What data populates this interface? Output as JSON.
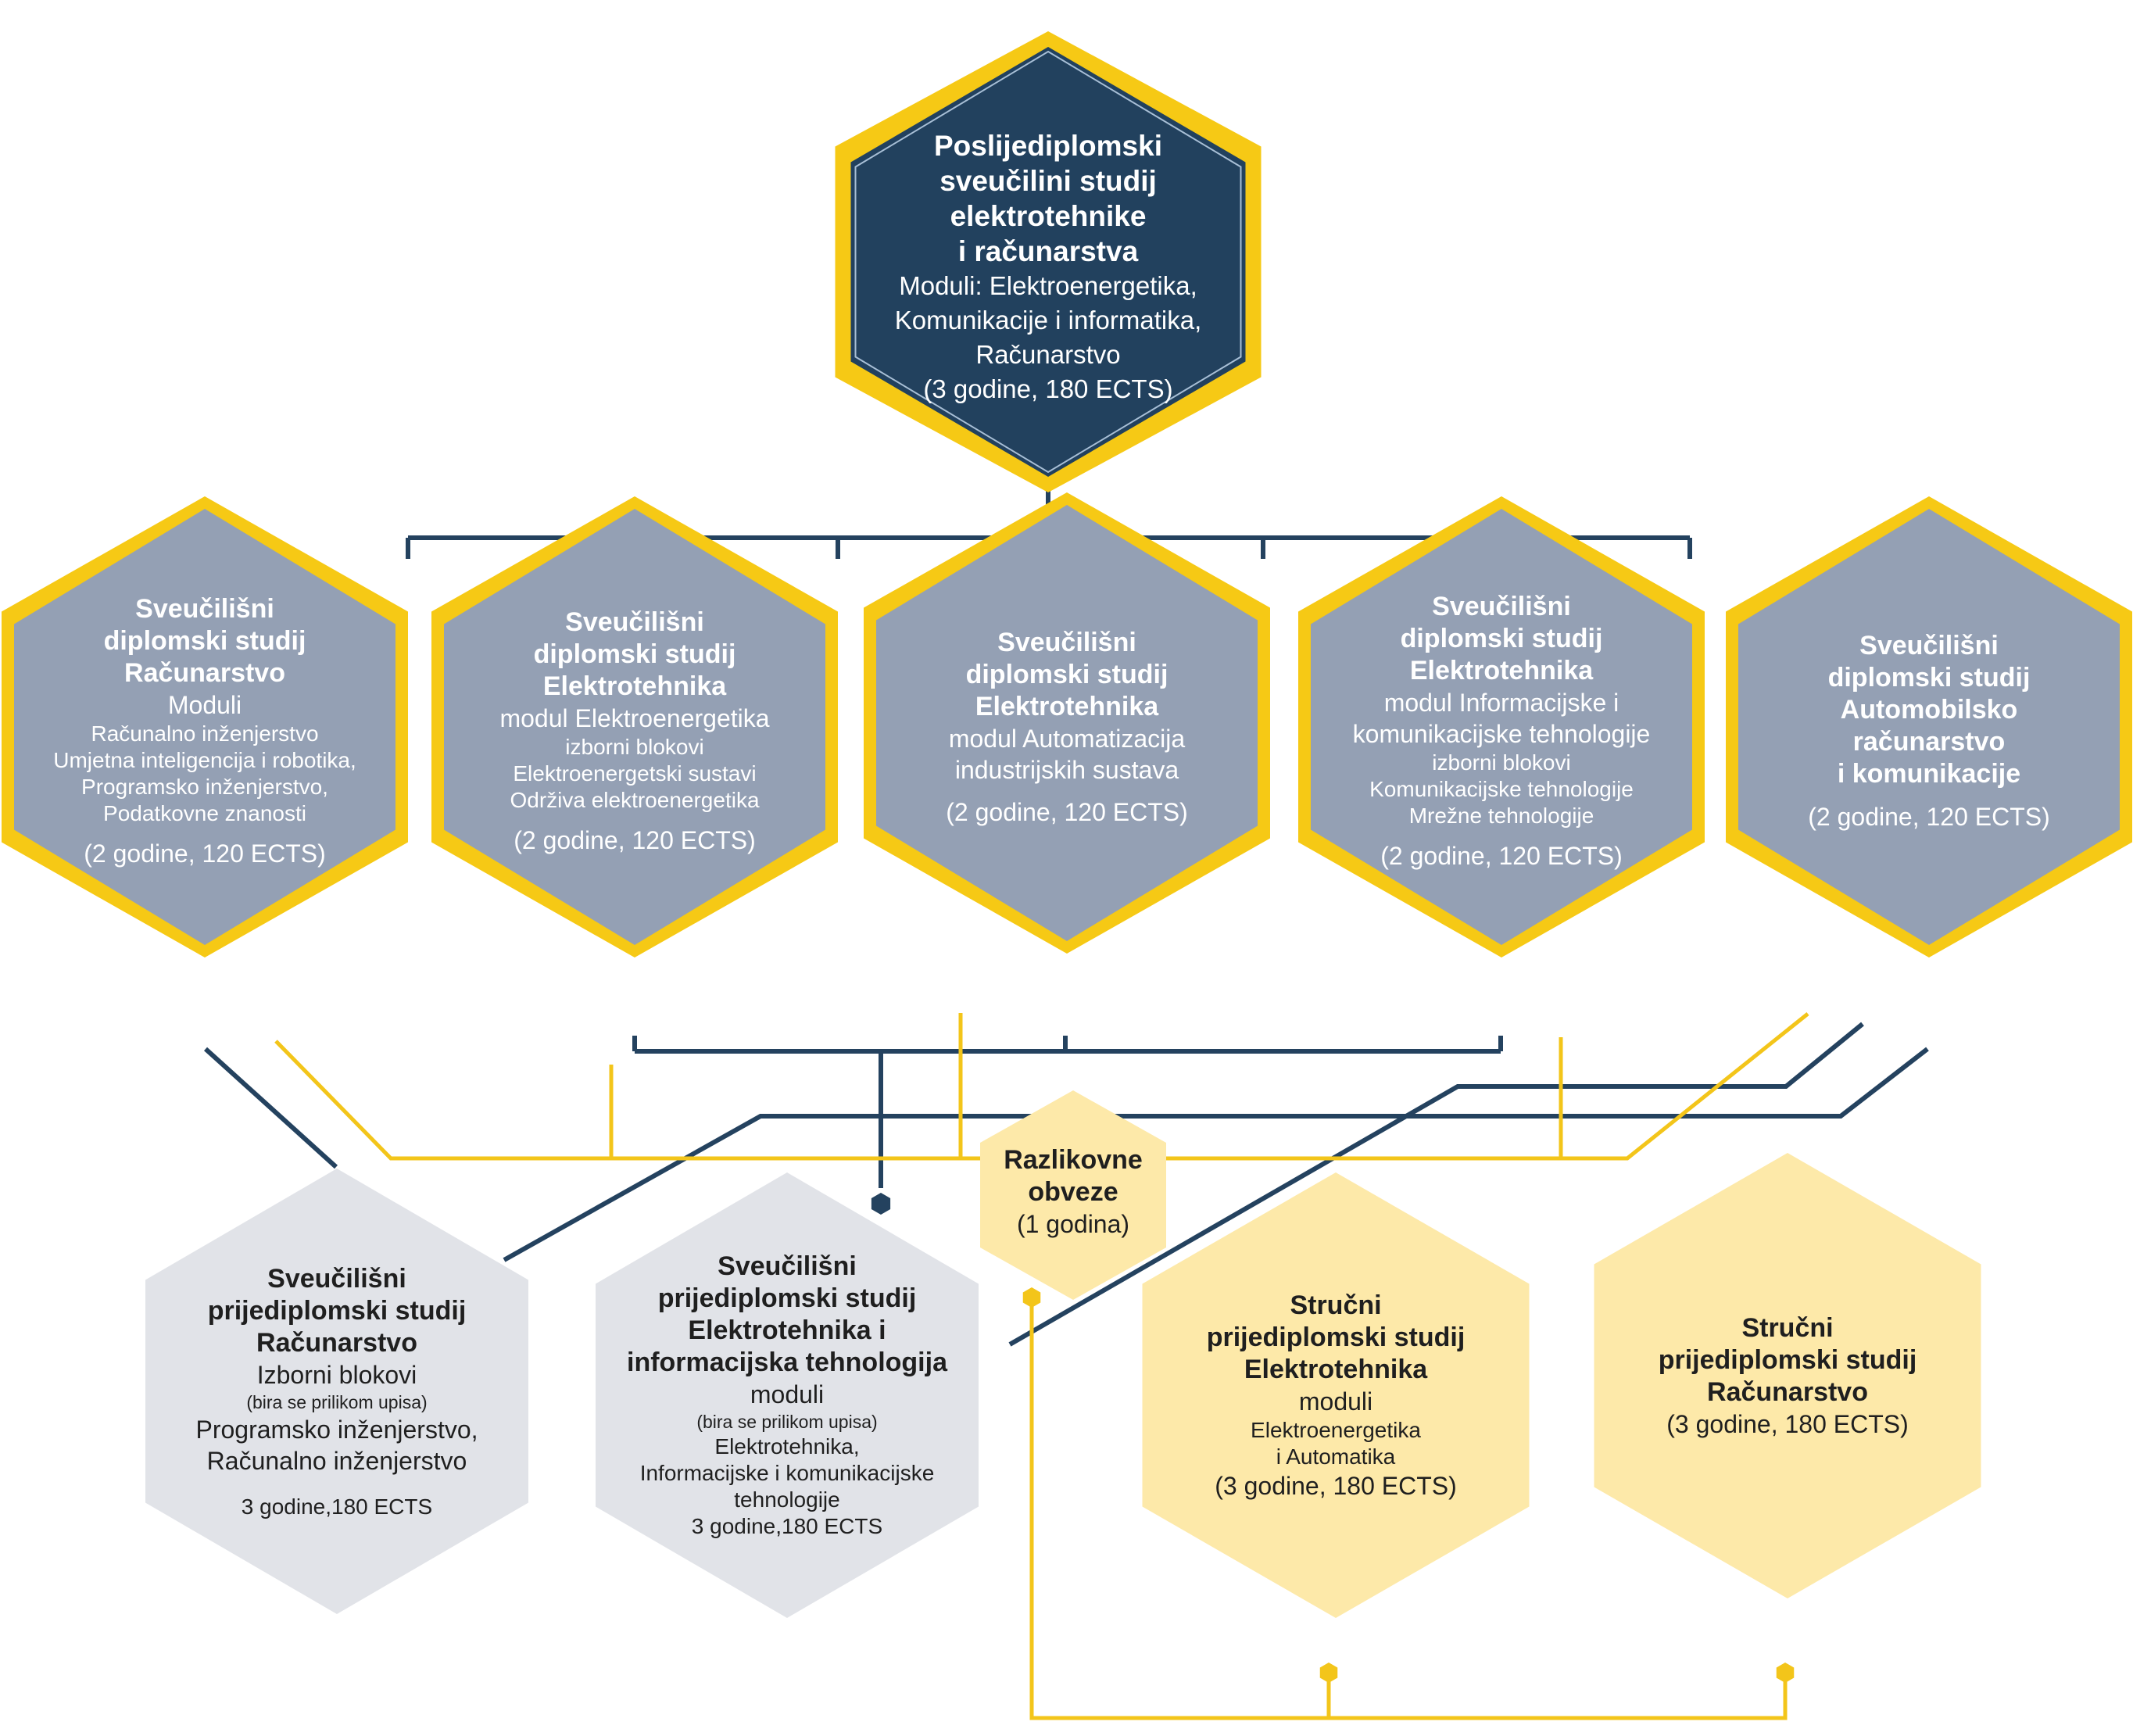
{
  "colors": {
    "navy": "#22415e",
    "slate": "#94a0b4",
    "gold": "#f6c915",
    "pale_gold": "#fde9a9",
    "light_gray": "#e1e3e8",
    "line_navy": "#24425f",
    "line_gold": "#f3c51a"
  },
  "top": {
    "title": [
      "Poslijediplomski",
      "sveučilini studij",
      "elektrotehnike",
      "i računarstva"
    ],
    "lines": [
      "Moduli: Elektroenergetika,",
      "Komunikacije i informatika,",
      "Računarstvo",
      "(3 godine, 180 ECTS)"
    ]
  },
  "graduate": [
    {
      "title": [
        "Sveučilišni",
        "diplomski studij",
        "Računarstvo"
      ],
      "lines": [
        "Moduli",
        "Računalno inženjerstvo",
        "Umjetna inteligencija i robotika,",
        "Programsko inženjerstvo,",
        "Podatkovne znanosti"
      ],
      "ects": "(2 godine, 120 ECTS)"
    },
    {
      "title": [
        "Sveučilišni",
        "diplomski studij",
        "Elektrotehnika"
      ],
      "lines": [
        "modul Elektroenergetika",
        "izborni blokovi",
        "Elektroenergetski sustavi",
        "Održiva elektroenergetika"
      ],
      "ects": "(2 godine, 120 ECTS)"
    },
    {
      "title": [
        "Sveučilišni",
        "diplomski studij",
        "Elektrotehnika"
      ],
      "lines": [
        "modul Automatizacija",
        "industrijskih sustava"
      ],
      "ects": "(2 godine, 120 ECTS)"
    },
    {
      "title": [
        "Sveučilišni",
        "diplomski studij",
        "Elektrotehnika"
      ],
      "lines": [
        "modul Informacijske i",
        "komunikacijske tehnologije",
        "izborni blokovi",
        "Komunikacijske tehnologije",
        "Mrežne tehnologije"
      ],
      "ects": "(2 godine, 120 ECTS)"
    },
    {
      "title": [
        "Sveučilišni",
        "diplomski studij",
        "Automobilsko",
        "računarstvo",
        "i komunikacije"
      ],
      "lines": [],
      "ects": "(2 godine, 120 ECTS)"
    }
  ],
  "bridge": {
    "title": [
      "Razlikovne",
      "obveze"
    ],
    "lines": [
      "(1 godina)"
    ]
  },
  "undergraduate": [
    {
      "title": [
        "Sveučilišni",
        "prijediplomski studij",
        "Računarstvo"
      ],
      "lines": [
        "Izborni blokovi",
        "(bira se prilikom upisa)",
        "Programsko inženjerstvo,",
        "Računalno inženjerstvo",
        "3 godine,180 ECTS"
      ]
    },
    {
      "title": [
        "Sveučilišni",
        "prijediplomski studij",
        "Elektrotehnika i",
        "informacijska tehnologija"
      ],
      "lines": [
        "moduli",
        "(bira se prilikom upisa)",
        "Elektrotehnika,",
        "Informacijske i komunikacijske",
        "tehnologije",
        "3 godine,180 ECTS"
      ]
    },
    {
      "title": [
        "Stručni",
        "prijediplomski studij",
        "Elektrotehnika"
      ],
      "lines": [
        "moduli",
        "Elektroenergetika",
        "i Automatika",
        "(3 godine, 180 ECTS)"
      ]
    },
    {
      "title": [
        "Stručni",
        "prijediplomski studij",
        "Računarstvo"
      ],
      "lines": [
        "(3 godine, 180 ECTS)"
      ]
    }
  ]
}
